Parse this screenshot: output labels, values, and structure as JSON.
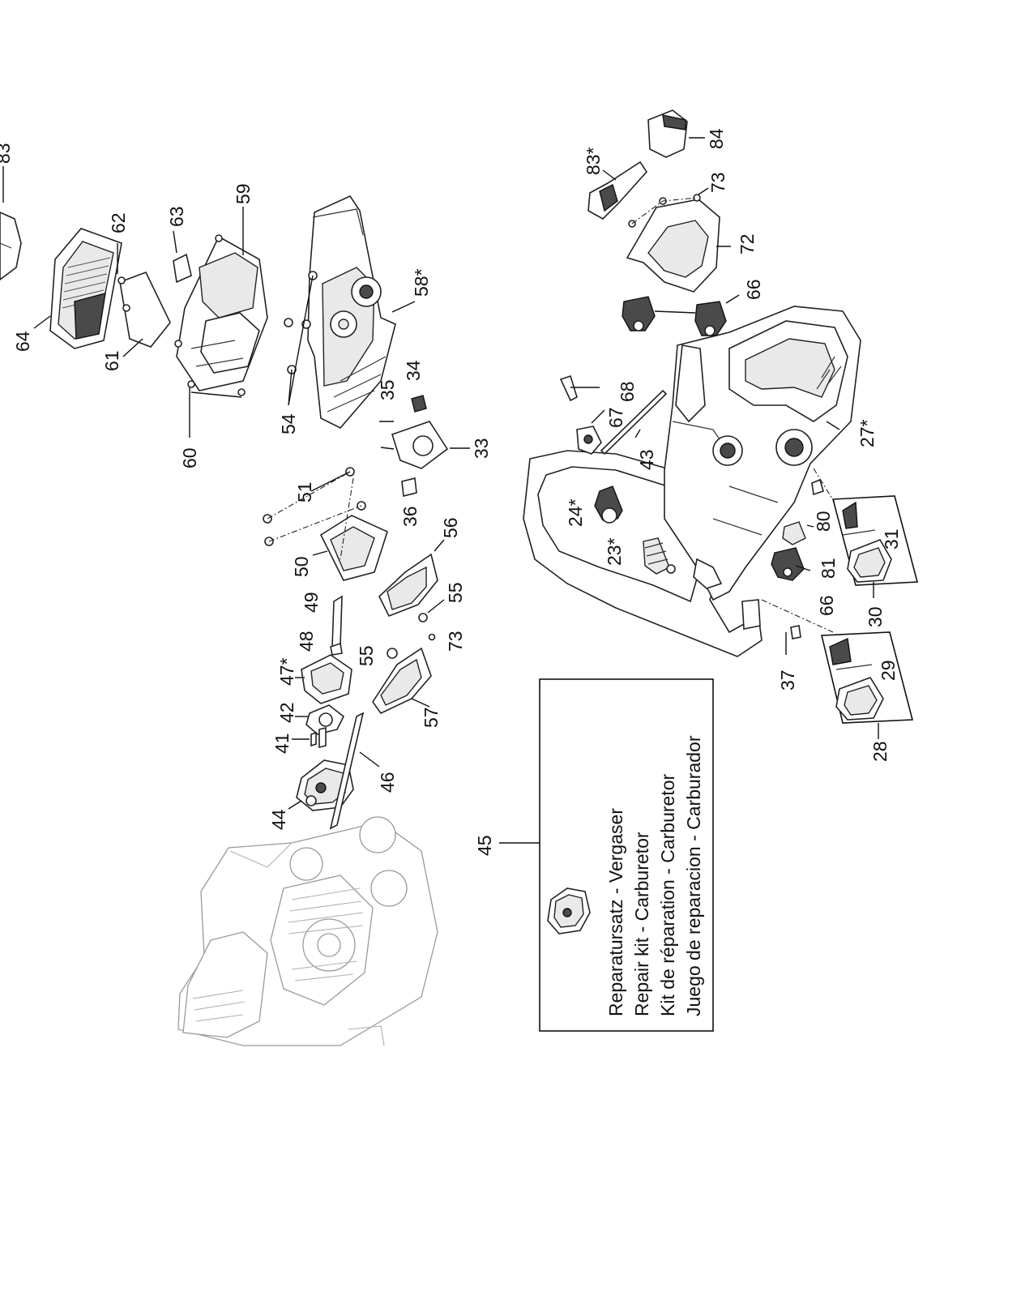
{
  "callouts": [
    {
      "id": "c83",
      "label": "83"
    },
    {
      "id": "c64",
      "label": "64"
    },
    {
      "id": "c62",
      "label": "62"
    },
    {
      "id": "c61",
      "label": "61"
    },
    {
      "id": "c63",
      "label": "63"
    },
    {
      "id": "c59",
      "label": "59"
    },
    {
      "id": "c60",
      "label": "60"
    },
    {
      "id": "c54",
      "label": "54"
    },
    {
      "id": "c58",
      "label": "58*"
    },
    {
      "id": "c35",
      "label": "35"
    },
    {
      "id": "c34",
      "label": "34"
    },
    {
      "id": "c33",
      "label": "33"
    },
    {
      "id": "c36",
      "label": "36"
    },
    {
      "id": "c51",
      "label": "51"
    },
    {
      "id": "c50",
      "label": "50"
    },
    {
      "id": "c56",
      "label": "56"
    },
    {
      "id": "c55a",
      "label": "55"
    },
    {
      "id": "c73a",
      "label": "73"
    },
    {
      "id": "c49",
      "label": "49"
    },
    {
      "id": "c48",
      "label": "48"
    },
    {
      "id": "c47",
      "label": "47*"
    },
    {
      "id": "c55b",
      "label": "55"
    },
    {
      "id": "c57",
      "label": "57"
    },
    {
      "id": "c42",
      "label": "42"
    },
    {
      "id": "c41",
      "label": "41"
    },
    {
      "id": "c44",
      "label": "44"
    },
    {
      "id": "c46",
      "label": "46"
    },
    {
      "id": "c45",
      "label": "45"
    },
    {
      "id": "c83b",
      "label": "83*"
    },
    {
      "id": "c84",
      "label": "84"
    },
    {
      "id": "c73b",
      "label": "73"
    },
    {
      "id": "c72",
      "label": "72"
    },
    {
      "id": "c66a",
      "label": "66"
    },
    {
      "id": "c68",
      "label": "68"
    },
    {
      "id": "c67",
      "label": "67"
    },
    {
      "id": "c43",
      "label": "43"
    },
    {
      "id": "c27",
      "label": "27*"
    },
    {
      "id": "c24",
      "label": "24*"
    },
    {
      "id": "c23",
      "label": "23*"
    },
    {
      "id": "c80",
      "label": "80"
    },
    {
      "id": "c81",
      "label": "81"
    },
    {
      "id": "c66b",
      "label": "66"
    },
    {
      "id": "c31",
      "label": "31"
    },
    {
      "id": "c30",
      "label": "30"
    },
    {
      "id": "c37",
      "label": "37"
    },
    {
      "id": "c29",
      "label": "29"
    },
    {
      "id": "c28",
      "label": "28"
    }
  ],
  "repair_kit": {
    "lines": [
      "Reparatursatz - Vergaser",
      "Repair kit - Carburetor",
      "Kit de réparation - Carburetor",
      "Juego de reparacion - Carburador"
    ]
  }
}
